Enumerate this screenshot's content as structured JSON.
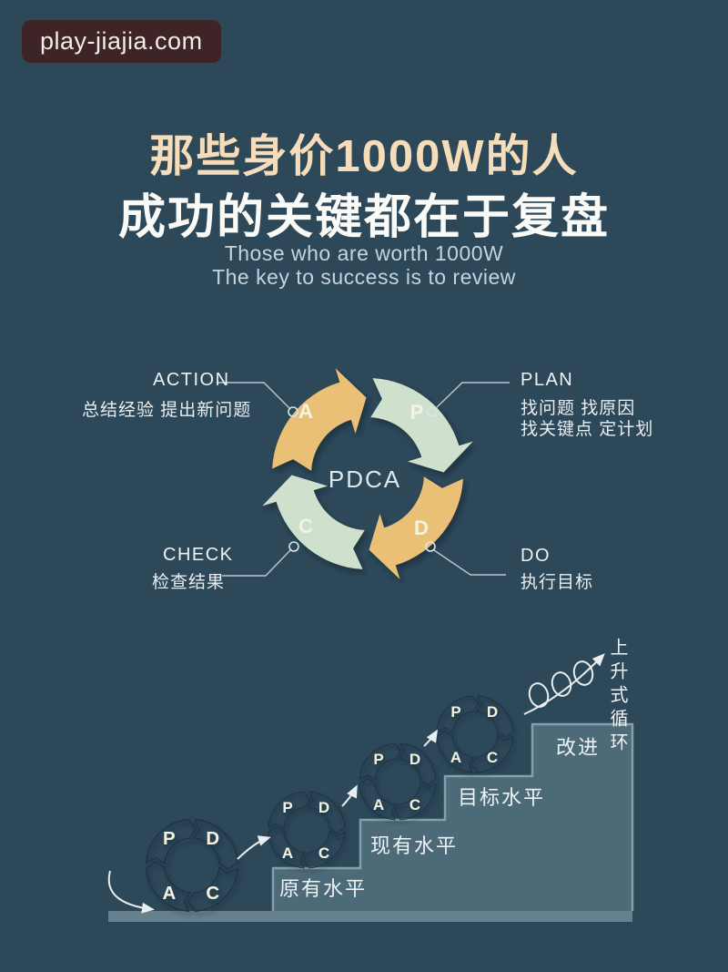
{
  "palette": {
    "background": "#2c4859",
    "badge_bg": "#3e2427",
    "badge_text": "#f2ece3",
    "title_cream": "#f5dcba",
    "title_white": "#fafaf7",
    "subtitle": "#c6d4db",
    "gold": "#e9c075",
    "sage": "#cfe0cc",
    "wheel_gold": "#e5bb6e",
    "wheel_sage": "#a9bfaf",
    "label_text": "#eef3f5",
    "line": "#b9c9cf",
    "stair_fill": "#4d6a79",
    "stair_edge": "#86a0ab",
    "floor": "#66808e",
    "arrow_white": "#e8eff1"
  },
  "badge": {
    "text": "play-jiajia.com"
  },
  "header": {
    "title_line1": "那些身价1000W的人",
    "title_line2": "成功的关键都在于复盘",
    "subtitle_line1": "Those who are worth 1000W",
    "subtitle_line2": "The key to success is to review"
  },
  "cycle": {
    "center_label": "PDCA",
    "letters": {
      "a": "A",
      "p": "P",
      "c": "C",
      "d": "D"
    },
    "action": {
      "en": "ACTION",
      "zh": "总结经验 提出新问题"
    },
    "plan": {
      "en": "PLAN",
      "zh_line1": "找问题  找原因",
      "zh_line2": "找关键点 定计划"
    },
    "check": {
      "en": "CHECK",
      "zh": "检查结果"
    },
    "do": {
      "en": "DO",
      "zh": "执行目标"
    }
  },
  "stairs": {
    "wheel_letters": {
      "p": "P",
      "d": "D",
      "a": "A",
      "c": "C"
    },
    "step_labels": {
      "original": "原有水平",
      "current": "现有水平",
      "target": "目标水平",
      "improve": "改进"
    },
    "spiral_label": "上升式循环"
  }
}
